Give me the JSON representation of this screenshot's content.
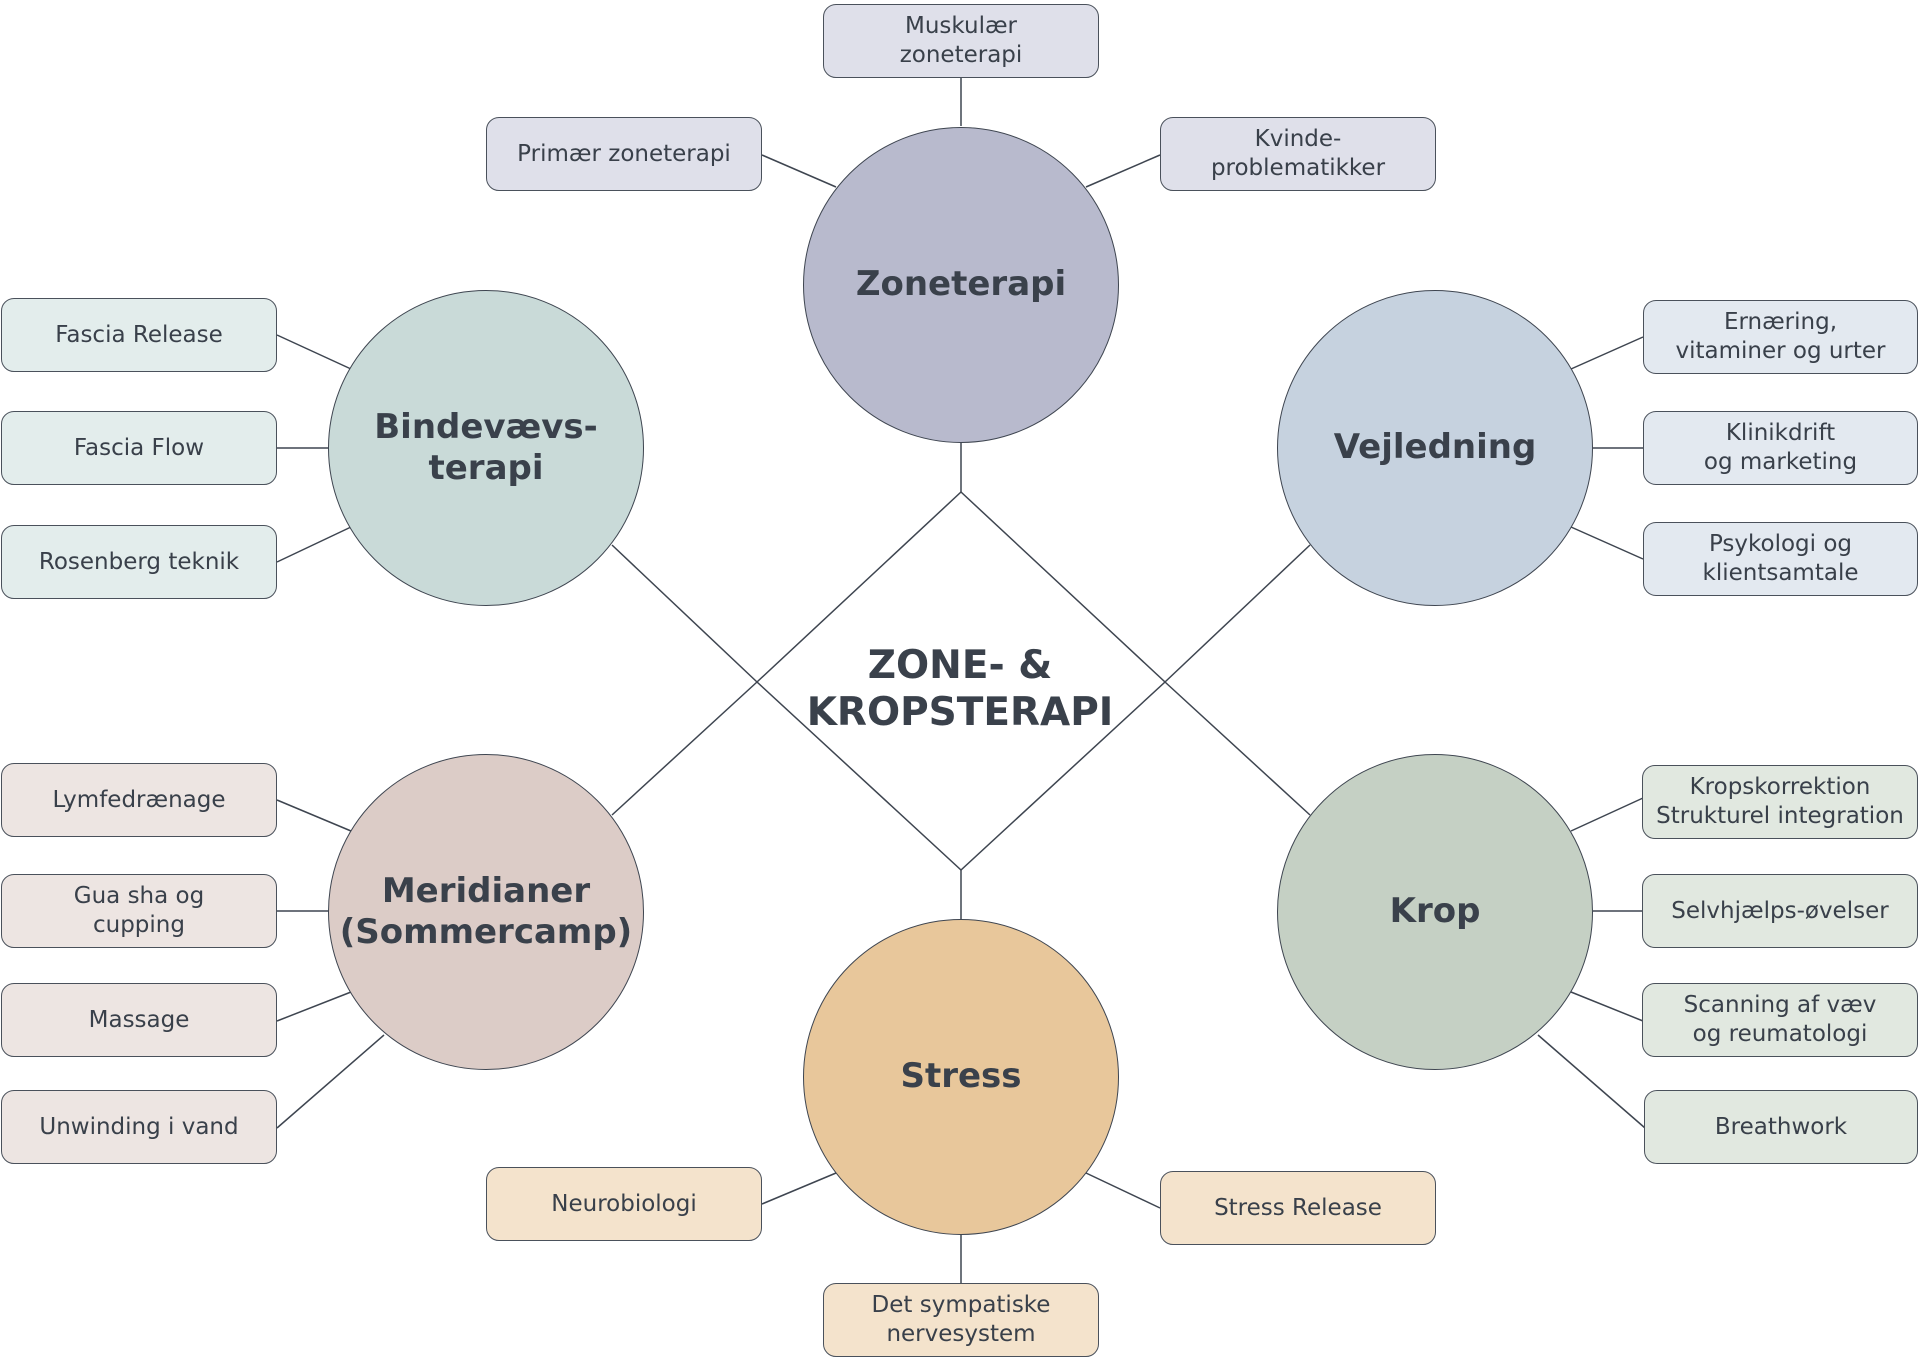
{
  "center": {
    "title": "ZONE- &\nKROPSTERAPI"
  },
  "hubs": {
    "zoneterapi": {
      "label": "Zoneterapi",
      "color": "#b8bacd"
    },
    "bindevaev": {
      "label": "Bindevævs-\nterapi",
      "color": "#c9dad8"
    },
    "vejledning": {
      "label": "Vejledning",
      "color": "#c6d2df"
    },
    "meridianer": {
      "label": "Meridianer\n(Sommercamp)",
      "color": "#dcccc7"
    },
    "krop": {
      "label": "Krop",
      "color": "#c5d0c4"
    },
    "stress": {
      "label": "Stress",
      "color": "#e8c79b"
    }
  },
  "leaves": {
    "zoneterapi": [
      "Primær zoneterapi",
      "Muskulær\nzoneterapi",
      "Kvinde-\nproblematikker"
    ],
    "bindevaev": [
      "Fascia Release",
      "Fascia Flow",
      "Rosenberg teknik"
    ],
    "vejledning": [
      "Ernæring,\nvitaminer og urter",
      "Klinikdrift\nog marketing",
      "Psykologi og\nklientsamtale"
    ],
    "meridianer": [
      "Lymfedrænage",
      "Gua sha og\ncupping",
      "Massage",
      "Unwinding i vand"
    ],
    "krop": [
      "Kropskorrektion\nStrukturel integration",
      "Selvhjælps-øvelser",
      "Scanning af væv\nog reumatologi",
      "Breathwork"
    ],
    "stress": [
      "Neurobiologi",
      "Det sympatiske\nnervesystem",
      "Stress Release"
    ]
  },
  "leaf_colors": {
    "zoneterapi": "#dfe0ea",
    "bindevaev": "#e3edec",
    "vejledning": "#e3e9f0",
    "meridianer": "#ede5e2",
    "krop": "#e1e8e0",
    "stress": "#f4e3cc"
  }
}
